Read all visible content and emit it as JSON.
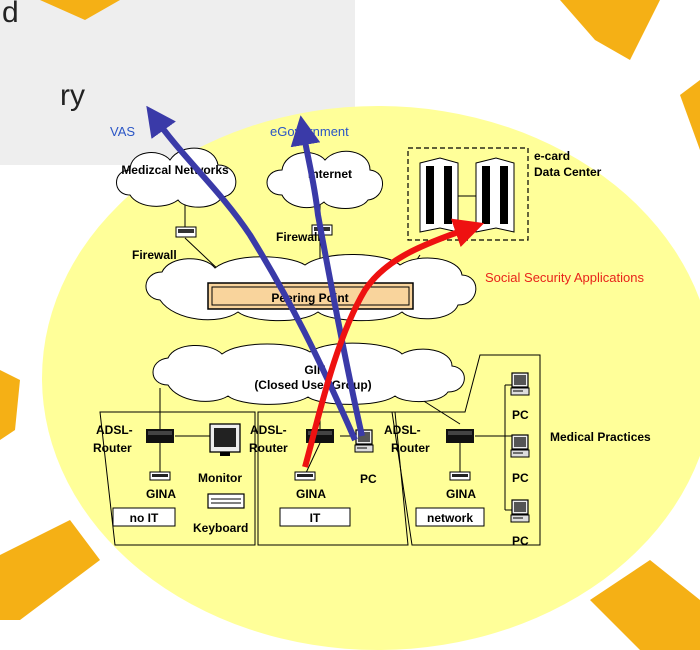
{
  "slide_text_fragments": [
    "d",
    "ry"
  ],
  "top_labels": {
    "vas": "VAS",
    "egovernment": "eGovernment"
  },
  "clouds": {
    "medical_networks": "Medizcal Networks",
    "internet": "Internet",
    "peering_point": "Peering Point",
    "gin_line1": "GIN",
    "gin_line2": "(Closed User Group)"
  },
  "firewalls": {
    "left": "Firewall",
    "right": "Firewall"
  },
  "data_center": {
    "line1": "e-card",
    "line2": "Data Center"
  },
  "social_security": "Social Security Applications",
  "practices": {
    "title": "Medical Practices",
    "adsl_line1": "ADSL-",
    "adsl_line2": "Router",
    "gina": "GINA",
    "monitor": "Monitor",
    "keyboard": "Keyboard",
    "pc": "PC",
    "boxes": [
      "no IT",
      "IT",
      "network"
    ]
  },
  "colors": {
    "yellow_disc": "#ffff99",
    "orange": "#f5b015",
    "blue_arrow": "#3a3aa8",
    "red_arrow": "#ee1111",
    "label_blue": "#2b56c6",
    "label_red": "#e8231a"
  }
}
